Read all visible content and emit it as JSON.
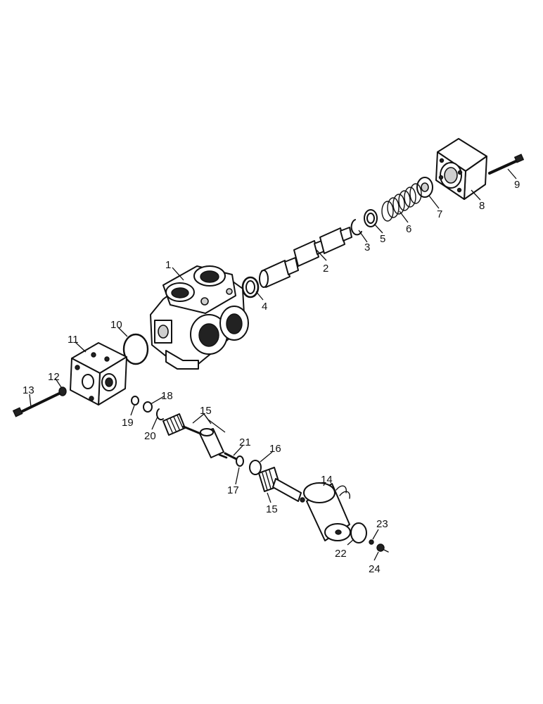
{
  "callouts": {
    "c1": "1",
    "c2": "2",
    "c3": "3",
    "c4": "4",
    "c5": "5",
    "c6": "6",
    "c7": "7",
    "c8": "8",
    "c9": "9",
    "c10": "10",
    "c11": "11",
    "c12": "12",
    "c13": "13",
    "c14": "14",
    "c15a": "15",
    "c15b": "15",
    "c16": "16",
    "c17": "17",
    "c18": "18",
    "c19": "19",
    "c20": "20",
    "c21": "21",
    "c22": "22",
    "c23": "23",
    "c24": "24"
  }
}
